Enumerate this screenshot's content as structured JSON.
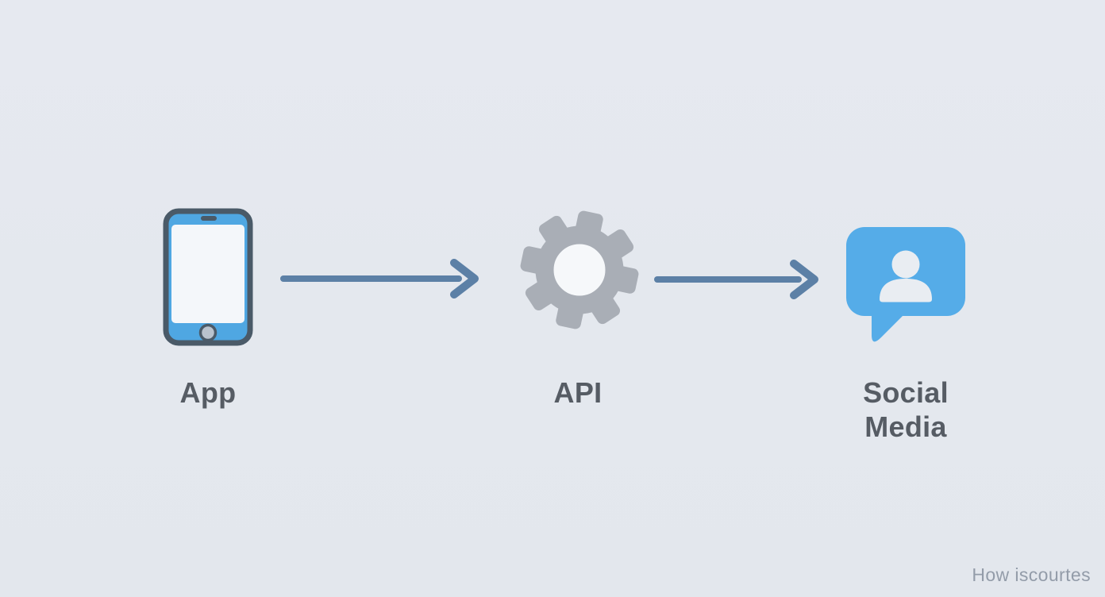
{
  "diagram": {
    "type": "flow",
    "nodes": [
      {
        "id": "app",
        "label": "App",
        "icon": "smartphone-icon",
        "color": "#4FA7E2"
      },
      {
        "id": "api",
        "label": "API",
        "icon": "gear-icon",
        "color": "#A9AEB6"
      },
      {
        "id": "social_media",
        "label": "Social Media",
        "icon": "speech-bubble-icon",
        "color": "#55ACE8"
      }
    ],
    "connections": [
      {
        "from": "App",
        "to": "API"
      },
      {
        "from": "API",
        "to": "Social Media"
      }
    ],
    "arrow_color": "#5C80A6"
  },
  "colors": {
    "background": "#E4E8EE",
    "phone_outline": "#4A5A68",
    "phone_screen": "#F4F7FA",
    "home_button": "#B9C3CE",
    "gear_hole": "#F6F8FA",
    "person_glyph": "#E9EDF2",
    "label_text": "#565C64",
    "watermark_text": "#939CA9"
  },
  "watermark": "How iscourtes"
}
